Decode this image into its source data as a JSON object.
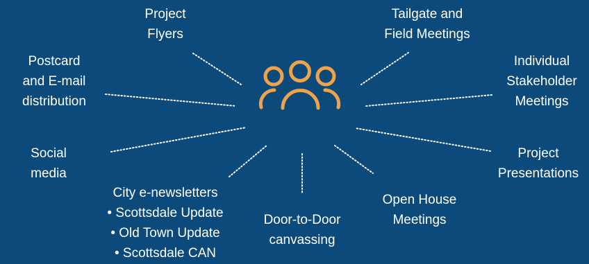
{
  "colors": {
    "background": "#0d4a7c",
    "icon": "#f0a34a",
    "text": "#ffffff",
    "connector": "#ffffff"
  },
  "center_icon": "people-group-icon",
  "nodes": {
    "project_flyers": [
      "Project",
      "Flyers"
    ],
    "tailgate": [
      "Tailgate and",
      "Field Meetings"
    ],
    "postcard": [
      "Postcard",
      "and E-mail",
      "distribution"
    ],
    "individual": [
      "Individual",
      "Stakeholder",
      "Meetings"
    ],
    "social": [
      "Social",
      "media"
    ],
    "presentations": [
      "Project",
      "Presentations"
    ],
    "newsletters": [
      "City e-newsletters",
      "• Scottsdale Update",
      "• Old Town Update",
      "• Scottsdale CAN"
    ],
    "door": [
      "Door-to-Door",
      "canvassing"
    ],
    "open_house": [
      "Open House",
      "Meetings"
    ]
  }
}
